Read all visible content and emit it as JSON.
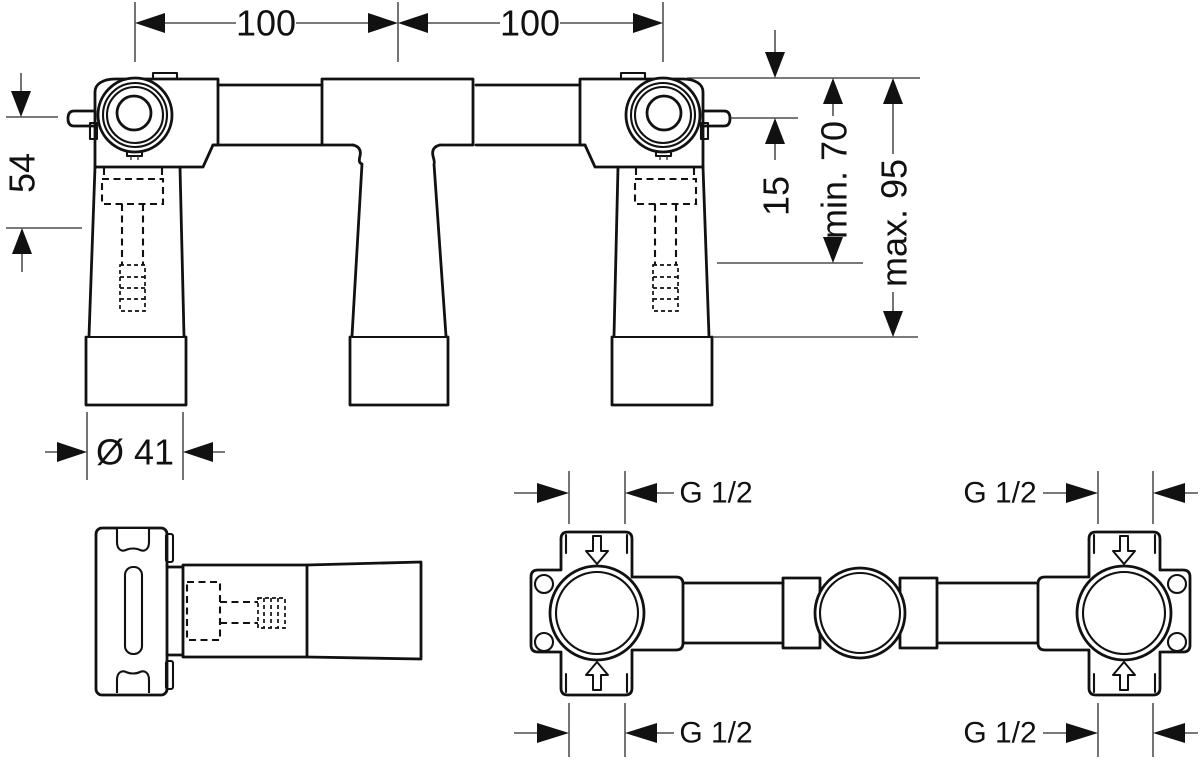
{
  "front_view": {
    "spacing_left": "100",
    "spacing_right": "100",
    "height": "54",
    "diameter": "Ø 41",
    "wall_offset": "15",
    "depth_min": "min. 70",
    "depth_max": "max. 95"
  },
  "rear_view": {
    "thread_top_left": "G 1/2",
    "thread_top_right": "G 1/2",
    "thread_bottom_left": "G 1/2",
    "thread_bottom_right": "G 1/2"
  },
  "colors": {
    "line": "#111111",
    "thin_line": "#2a2a2a",
    "background": "#ffffff"
  }
}
